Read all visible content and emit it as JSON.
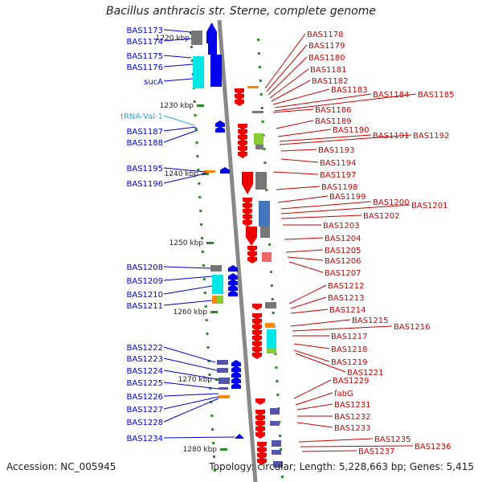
{
  "title": "Bacillus anthracis str. Sterne, complete genome",
  "accession_label": "Accession: NC_005945",
  "topology_label": "Topology: circular; Length: 5,228,663 bp; Genes: 5,415",
  "colors": {
    "left_label": "#0000cc",
    "right_label": "#cc0000",
    "trna_label": "#33aacc",
    "backbone": "#888888",
    "tick": "#2a8a2a",
    "gene_blue": "#0000ee",
    "gene_red": "#ee0000",
    "gene_cyan": "#00e5e5",
    "gene_gray": "#777777",
    "gene_green": "#88cc33",
    "gene_orange": "#ff8800",
    "gene_purple": "#5555aa",
    "gene_steel": "#4477bb",
    "gene_salmon": "#ee6666"
  },
  "ticks": [
    "1220 kbp",
    "1230 kbp",
    "1240 kbp",
    "1250 kbp",
    "1260 kbp",
    "1270 kbp",
    "1280 kbp"
  ],
  "left_labels": [
    {
      "text": "BAS1173",
      "type": "gene"
    },
    {
      "text": "BAS1174",
      "type": "gene"
    },
    {
      "text": "BAS1175",
      "type": "gene"
    },
    {
      "text": "BAS1176",
      "type": "gene"
    },
    {
      "text": "sucA",
      "type": "gene"
    },
    {
      "text": "tRNA-Val-1",
      "type": "trna"
    },
    {
      "text": "BAS1187",
      "type": "gene"
    },
    {
      "text": "BAS1188",
      "type": "gene"
    },
    {
      "text": "BAS1195",
      "type": "gene"
    },
    {
      "text": "BAS1196",
      "type": "gene"
    },
    {
      "text": "BAS1208",
      "type": "gene"
    },
    {
      "text": "BAS1209",
      "type": "gene"
    },
    {
      "text": "BAS1210",
      "type": "gene"
    },
    {
      "text": "BAS1211",
      "type": "gene"
    },
    {
      "text": "BAS1222",
      "type": "gene"
    },
    {
      "text": "BAS1223",
      "type": "gene"
    },
    {
      "text": "BAS1224",
      "type": "gene"
    },
    {
      "text": "BAS1225",
      "type": "gene"
    },
    {
      "text": "BAS1226",
      "type": "gene"
    },
    {
      "text": "BAS1227",
      "type": "gene"
    },
    {
      "text": "BAS1228",
      "type": "gene"
    },
    {
      "text": "BAS1234",
      "type": "gene"
    }
  ],
  "right_labels": [
    "BAS1178",
    "BAS1179",
    "BAS1180",
    "BAS1181",
    "BAS1182",
    "BAS1183",
    "BAS1184",
    "BAS1185",
    "BAS1186",
    "BAS1189",
    "BAS1190",
    "BAS1191",
    "BAS1192",
    "BAS1193",
    "BAS1194",
    "BAS1197",
    "BAS1198",
    "BAS1199",
    "BAS1200",
    "BAS1201",
    "BAS1202",
    "BAS1203",
    "BAS1204",
    "BAS1205",
    "BAS1206",
    "BAS1207",
    "BAS1212",
    "BAS1213",
    "BAS1214",
    "BAS1215",
    "BAS1216",
    "BAS1217",
    "BAS1218",
    "BAS1219",
    "BAS1221",
    "BAS1229",
    "fabG",
    "BAS1231",
    "BAS1232",
    "BAS1233",
    "BAS1235",
    "BAS1236",
    "BAS1237"
  ]
}
